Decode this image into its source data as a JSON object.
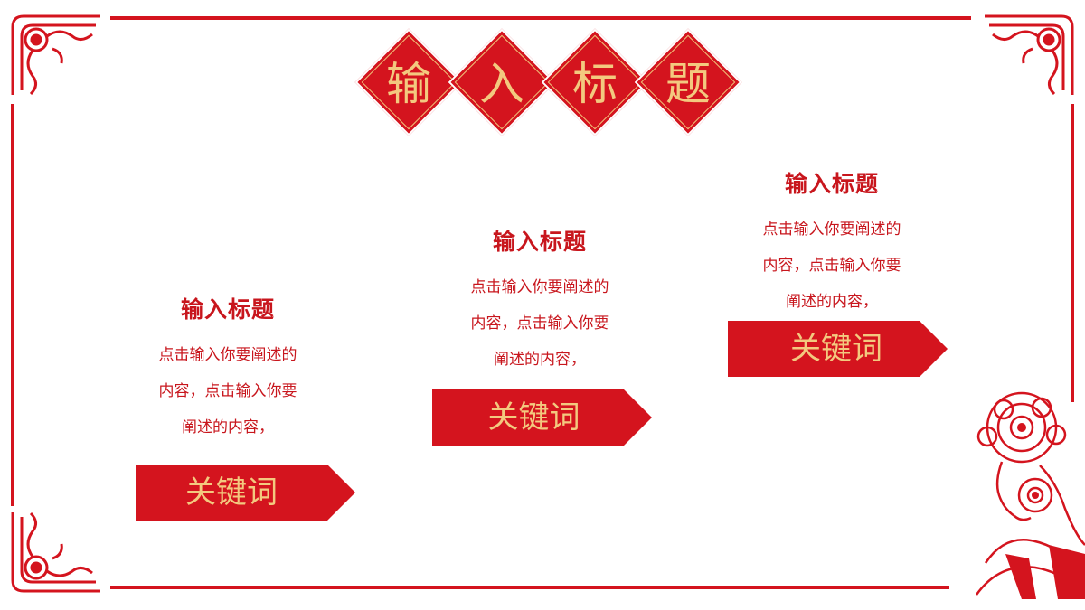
{
  "slide": {
    "title_chars": [
      "输",
      "入",
      "标",
      "题"
    ],
    "columns": [
      {
        "title": "输入标题",
        "desc_lines": [
          "点击输入你要阐述的",
          "内容，点击输入你要",
          "阐述的内容，"
        ],
        "badge": "关键词"
      },
      {
        "title": "输入标题",
        "desc_lines": [
          "点击输入你要阐述的",
          "内容，点击输入你要",
          "阐述的内容，"
        ],
        "badge": "关键词"
      },
      {
        "title": "输入标题",
        "desc_lines": [
          "点击输入你要阐述的",
          "内容，点击输入你要",
          "阐述的内容，"
        ],
        "badge": "关键词"
      }
    ]
  },
  "colors": {
    "red": "#d4141e",
    "gold": "#f3c97f",
    "text_red": "#c8161d"
  },
  "icons": {
    "corner": "paper-cut-corner-ornament-icon",
    "figure": "opera-mask-papercut-icon"
  }
}
